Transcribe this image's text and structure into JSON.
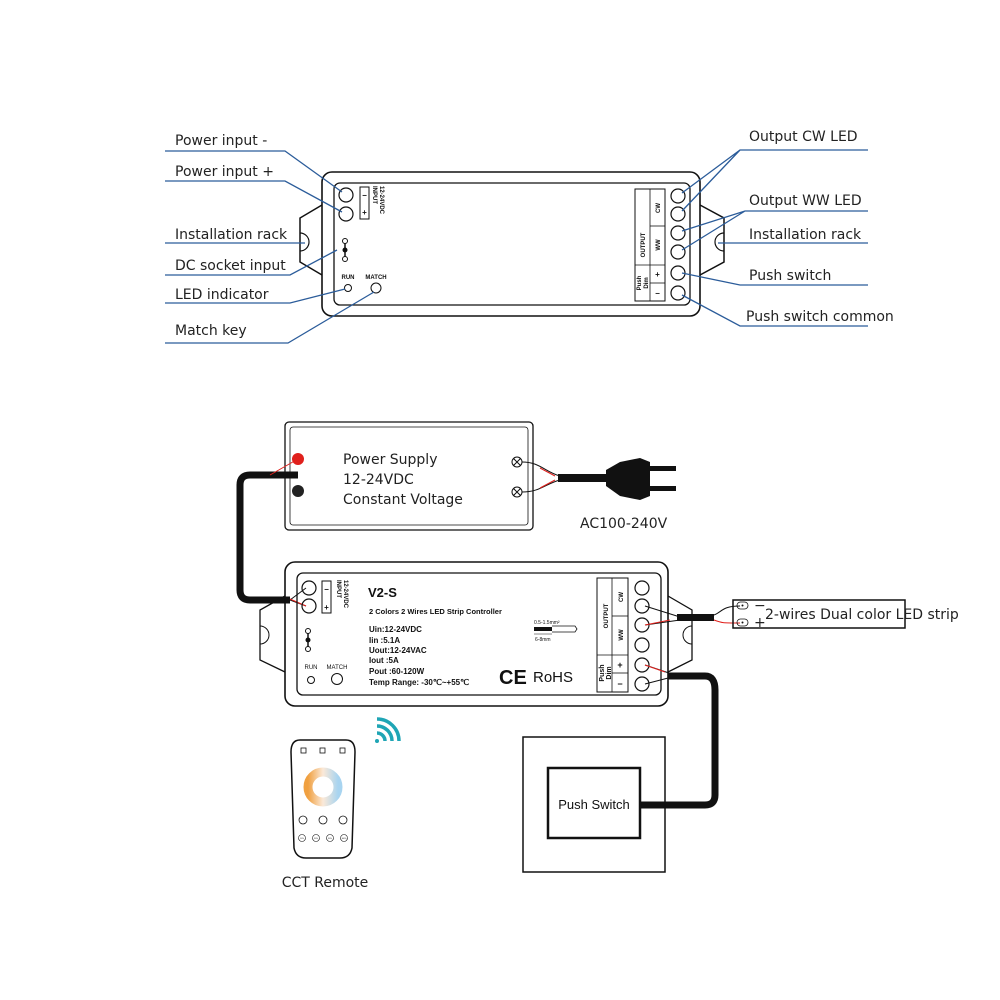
{
  "callouts": {
    "left": [
      "Power input -",
      "Power input +",
      "Installation rack",
      "DC socket input",
      "LED indicator",
      "Match key"
    ],
    "right": [
      "Output CW LED",
      "Output WW LED",
      "Installation rack",
      "Push switch",
      "Push switch common"
    ]
  },
  "device_labels": {
    "input": "INPUT",
    "input_voltage": "12-24VDC",
    "minus": "−",
    "plus": "+",
    "run": "RUN",
    "match": "MATCH",
    "output": "OUTPUT",
    "cw": "CW",
    "ww": "WW",
    "push": "Push",
    "dim": "Dim"
  },
  "power_supply": {
    "lines": [
      "Power Supply",
      "12-24VDC",
      "Constant Voltage"
    ],
    "ac_label": "AC100-240V"
  },
  "controller": {
    "model": "V2-S",
    "description": "2 Colors 2 Wires LED Strip Controller",
    "specs": [
      "Uin:12-24VDC",
      "Iin  :5.1A",
      "Uout:12-24VAC",
      "Iout  :5A",
      "Pout :60-120W",
      "Temp Range: -30℃~+55℃"
    ],
    "wire_gauge": "0.5-1.5mm²",
    "strip_length": "6-8mm",
    "ce": "CE",
    "rohs": "RoHS"
  },
  "led_strip": {
    "label": "2-wires Dual color LED strip",
    "minus": "−",
    "plus": "+"
  },
  "push_switch": {
    "label": "Push Switch"
  },
  "remote": {
    "label": "CCT Remote",
    "buttons": [
      "10%",
      "50%",
      "90%",
      "100%"
    ]
  },
  "colors": {
    "leader": "#2b5c9a",
    "wire_red": "#e0201c",
    "wifi": "#1fa5b5",
    "warm": "#f0a040",
    "cool": "#a8d4f0"
  }
}
